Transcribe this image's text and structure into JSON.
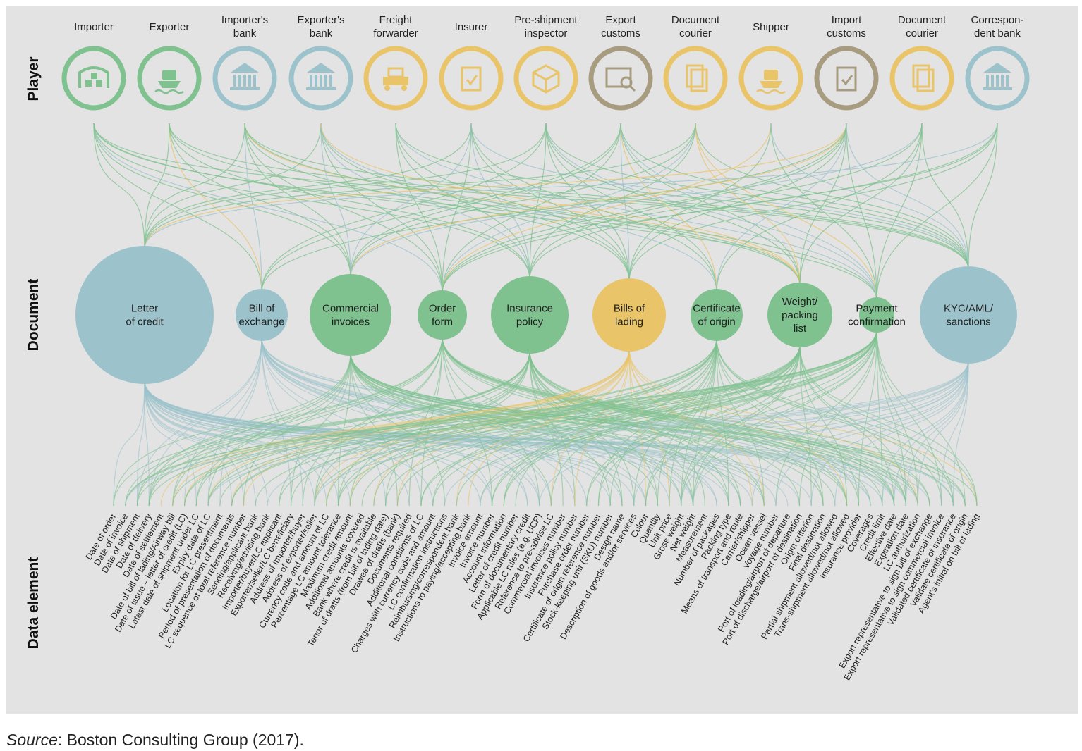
{
  "side_labels": {
    "player": "Player",
    "document": "Document",
    "data_element": "Data element"
  },
  "colors": {
    "green": "#7fc18f",
    "blue": "#9cc3cc",
    "yellow": "#e9c469",
    "brown": "#a89c80",
    "background": "#e3e3e3"
  },
  "players": [
    {
      "lines": [
        "Importer"
      ],
      "color": "green",
      "icon": "warehouse-icon"
    },
    {
      "lines": [
        "Exporter"
      ],
      "color": "green",
      "icon": "ship-icon"
    },
    {
      "lines": [
        "Importer's",
        "bank"
      ],
      "color": "blue",
      "icon": "bank-icon"
    },
    {
      "lines": [
        "Exporter's",
        "bank"
      ],
      "color": "blue",
      "icon": "bank-icon"
    },
    {
      "lines": [
        "Freight",
        "forwarder"
      ],
      "color": "yellow",
      "icon": "forklift-icon"
    },
    {
      "lines": [
        "Insurer"
      ],
      "color": "yellow",
      "icon": "clipboard-pen-icon"
    },
    {
      "lines": [
        "Pre-shipment",
        "inspector"
      ],
      "color": "yellow",
      "icon": "package-icon"
    },
    {
      "lines": [
        "Export",
        "customs"
      ],
      "color": "brown",
      "icon": "inspect-icon"
    },
    {
      "lines": [
        "Document",
        "courier"
      ],
      "color": "yellow",
      "icon": "documents-icon"
    },
    {
      "lines": [
        "Shipper"
      ],
      "color": "yellow",
      "icon": "cargo-ship-icon"
    },
    {
      "lines": [
        "Import",
        "customs"
      ],
      "color": "brown",
      "icon": "clipboard-check-icon"
    },
    {
      "lines": [
        "Document",
        "courier"
      ],
      "color": "yellow",
      "icon": "folder-icon"
    },
    {
      "lines": [
        "Correspon-",
        "dent bank"
      ],
      "color": "blue",
      "icon": "bank-icon"
    }
  ],
  "documents": [
    {
      "lines": [
        "Letter",
        "of credit"
      ],
      "color": "blue",
      "size": 98
    },
    {
      "lines": [
        "Bill of",
        "exchange"
      ],
      "color": "blue",
      "size": 37
    },
    {
      "lines": [
        "Commercial",
        "invoices"
      ],
      "color": "green",
      "size": 58
    },
    {
      "lines": [
        "Order",
        "form"
      ],
      "color": "green",
      "size": 35
    },
    {
      "lines": [
        "Insurance",
        "policy"
      ],
      "color": "green",
      "size": 55
    },
    {
      "lines": [
        "Bills of",
        "lading"
      ],
      "color": "yellow",
      "size": 52
    },
    {
      "lines": [
        "Certificate",
        "of origin"
      ],
      "color": "green",
      "size": 37
    },
    {
      "lines": [
        "Weight/",
        "packing",
        "list"
      ],
      "color": "green",
      "size": 46
    },
    {
      "lines": [
        "Payment",
        "confirmation"
      ],
      "color": "green",
      "size": 25
    },
    {
      "lines": [
        "KYC/AML/",
        "sanctions"
      ],
      "color": "blue",
      "size": 69
    }
  ],
  "data_elements": [
    "Date of order",
    "Date of invoice",
    "Date of shipment",
    "Date of delivery",
    "Date of settlement",
    "Date of bill of lading/Airway bill",
    "Date of issue – letter of credit (LC)",
    "Latest date of shipment under LC",
    "Expiry date of LC",
    "Location for LC presentment",
    "Period of presentation of documents",
    "LC sequence of total reference number",
    "Sending/applicant bank",
    "Receiving/advising bank",
    "Importer/buyer/LC applicant",
    "Exporter/seller/LC beneficiary",
    "Address of importer/buyer",
    "Address of exporter/seller",
    "Currency code and amount of LC",
    "Percentage LC amount tolerance",
    "Maximum credit amount",
    "Additional amounts covered",
    "Bank where credit is available",
    "Tenor of drafts (from bill of lading date)",
    "Drawee of drafts (bank)",
    "Documents required",
    "Additional conditions of LC",
    "Charges with currency code and amount",
    "LC confirmation instructions",
    "Reimbursing/correspondent bank",
    "Instructions to paying/accepting bank",
    "Invoice amount",
    "Invoice number",
    "Account information",
    "Letter of credit number",
    "Form of documentary credit",
    "Applicable LC rules (e.g. UCP)",
    "Reference to pre-advise LC",
    "Commercial invoices number",
    "Insurance policy number",
    "Purchase order number",
    "Certificate of origin reference number",
    "Stock-keeping unit (SKU) number",
    "Design name",
    "Description of goods and/or services",
    "Colour",
    "Quantity",
    "Unit price",
    "Gross weight",
    "Net weight",
    "Measurement",
    "Number of packages",
    "Packing type",
    "Means of transport and route",
    "Carrier/shipper",
    "Ocean vessel",
    "Voyage number",
    "Port of loading/airport of departure",
    "Port of discharge/airport of destination",
    "Origin criterion",
    "Final destination",
    "Partial shipment allowed/not allowed",
    "Trans-shipment allowed/not allowed",
    "Insurance provider",
    "Coverages",
    "Credit limit",
    "Effective date",
    "Expiration date",
    "LC authorization",
    "Export representative to sign bill of exchange",
    "Export representative to sign commercial invoice",
    "Validated certificate of insurance",
    "Validate certificate of origin",
    "Agent's initial on bill of lading"
  ],
  "source": {
    "label": "Source",
    "text": ": Boston Consulting Group (2017)."
  }
}
